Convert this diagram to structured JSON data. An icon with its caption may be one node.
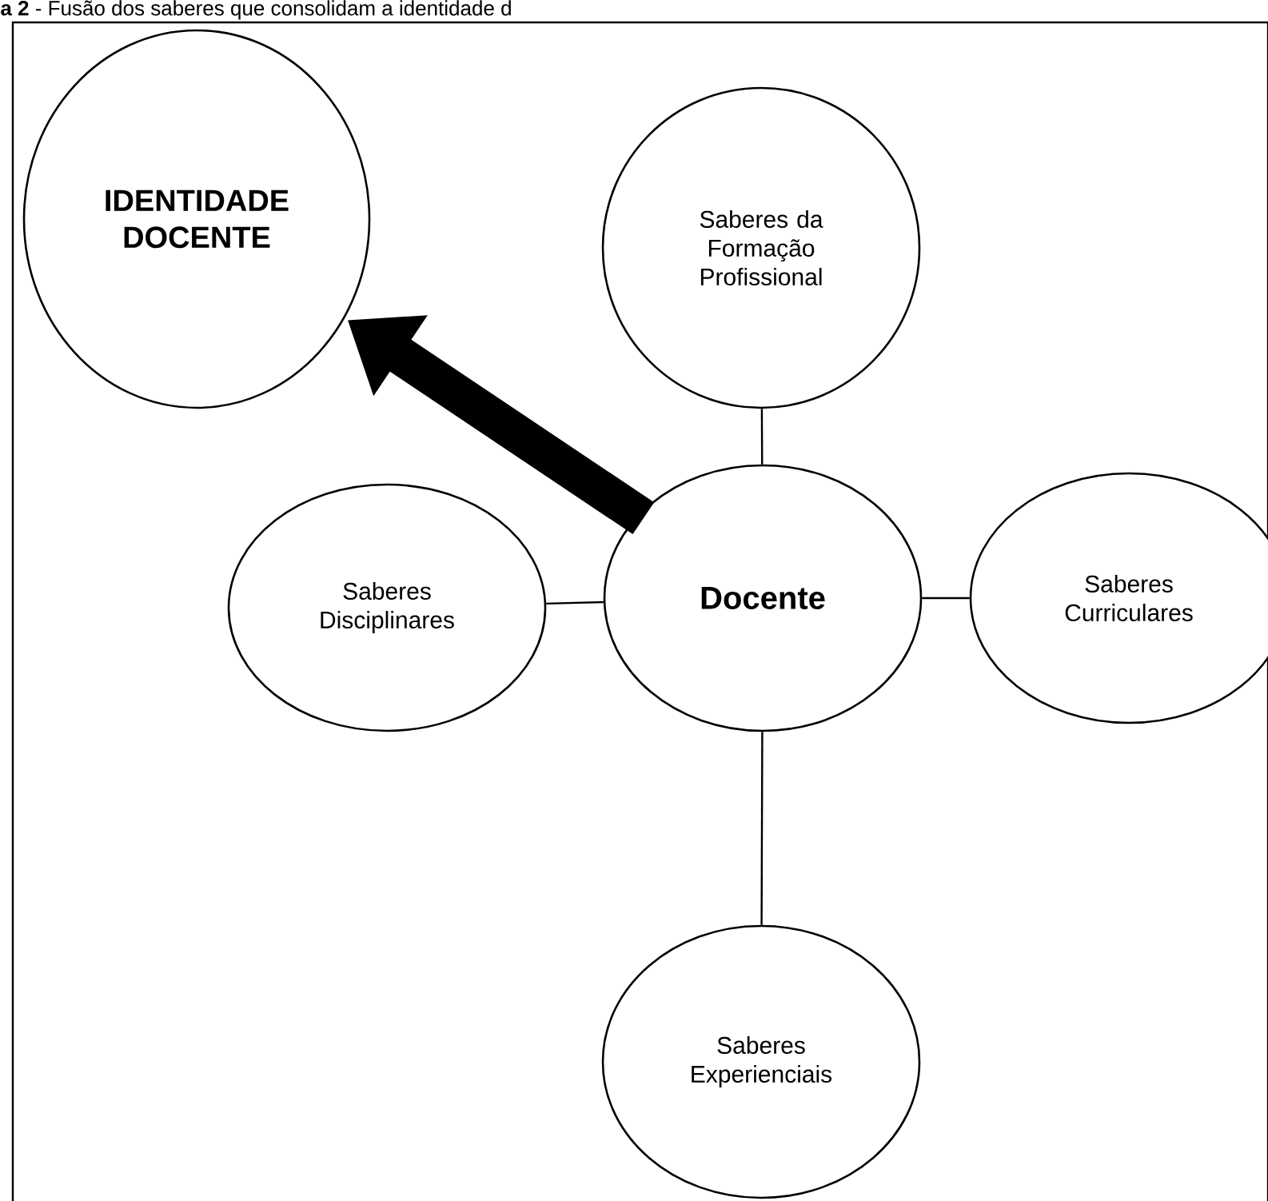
{
  "diagram": {
    "title": "**a 2** - Fusão dos saberes que consolidam a identidade d",
    "nodes": [
      {
        "text": [
          "IDENTIDADE DOCENTE"
        ]
      },
      {
        "text": [
          "Saberes da Formação Profissional"
        ]
      },
      {
        "text": [
          "Saberes Disciplinares"
        ]
      },
      {
        "text": [
          "Docente"
        ]
      },
      {
        "text": [
          "Saberes Curriculares"
        ]
      },
      {
        "text": [
          "Saberes Experienciais"
        ]
      }
    ],
    "edges": [
      {
        "from": 3,
        "to": 1,
        "arrow": "none"
      },
      {
        "from": 3,
        "to": 2,
        "arrow": "none"
      },
      {
        "from": 3,
        "to": 4,
        "arrow": "none"
      },
      {
        "from": 3,
        "to": 5,
        "arrow": "none"
      },
      {
        "from": 3,
        "to": 0,
        "arrow": "to",
        "style": "thick"
      }
    ]
  }
}
